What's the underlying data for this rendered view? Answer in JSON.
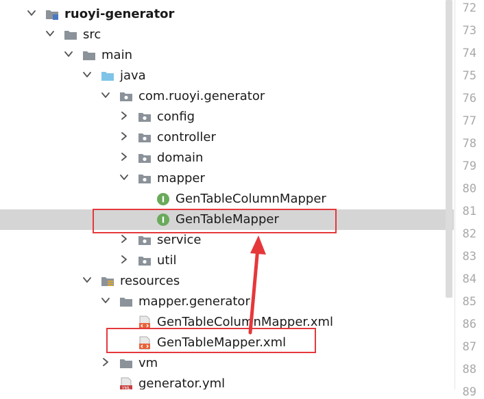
{
  "tree": [
    {
      "label": "ruoyi-generator",
      "bold": true,
      "arrow": "down",
      "icon": "module-folder"
    },
    {
      "label": "src",
      "arrow": "down",
      "icon": "folder"
    },
    {
      "label": "main",
      "arrow": "down",
      "icon": "folder"
    },
    {
      "label": "java",
      "arrow": "down",
      "icon": "source-folder"
    },
    {
      "label": "com.ruoyi.generator",
      "arrow": "down",
      "icon": "package"
    },
    {
      "label": "config",
      "arrow": "right",
      "icon": "package"
    },
    {
      "label": "controller",
      "arrow": "right",
      "icon": "package"
    },
    {
      "label": "domain",
      "arrow": "right",
      "icon": "package"
    },
    {
      "label": "mapper",
      "arrow": "down",
      "icon": "package"
    },
    {
      "label": "GenTableColumnMapper",
      "arrow": "none",
      "icon": "interface"
    },
    {
      "label": "GenTableMapper",
      "arrow": "none",
      "icon": "interface",
      "selected": true
    },
    {
      "label": "service",
      "arrow": "right",
      "icon": "package"
    },
    {
      "label": "util",
      "arrow": "right",
      "icon": "package"
    },
    {
      "label": "resources",
      "arrow": "down",
      "icon": "resources-folder"
    },
    {
      "label": "mapper.generator",
      "arrow": "down",
      "icon": "folder"
    },
    {
      "label": "GenTableColumnMapper.xml",
      "arrow": "none",
      "icon": "xml-file"
    },
    {
      "label": "GenTableMapper.xml",
      "arrow": "none",
      "icon": "xml-file"
    },
    {
      "label": "vm",
      "arrow": "right",
      "icon": "folder"
    },
    {
      "label": "generator.yml",
      "arrow": "none",
      "icon": "yml-file"
    }
  ],
  "line_numbers": [
    "72",
    "73",
    "74",
    "75",
    "76",
    "77",
    "78",
    "79",
    "80",
    "81",
    "82",
    "83",
    "84",
    "85",
    "86",
    "87",
    "88",
    "89"
  ],
  "colors": {
    "selection": "#d5d5d5",
    "annotation": "#e5383b",
    "folder": "#8b9299",
    "source_folder": "#7fc4e8",
    "interface_badge": "#6aaa5b",
    "xml_badge": "#e8613a"
  },
  "icons": {
    "expand": "chevron-down-icon",
    "collapse": "chevron-right-icon",
    "annotation": "red-arrow-annotation"
  }
}
